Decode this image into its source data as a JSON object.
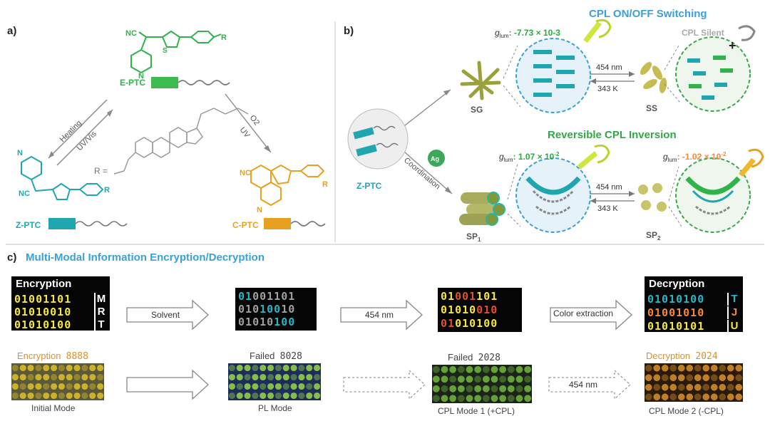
{
  "panels": {
    "a_label": "a)",
    "b_label": "b)",
    "c_label": "c)"
  },
  "panel_a": {
    "e_ptc": "E-PTC",
    "z_ptc": "Z-PTC",
    "c_ptc": "C-PTC",
    "heating": "Heating",
    "uv_vis": "UV/Vis",
    "uv": "UV",
    "o2": "O2",
    "r_eq": "R =",
    "nc": "NC",
    "r": "R"
  },
  "panel_b": {
    "title_top": "CPL ON/OFF Switching",
    "title_bottom": "Reversible CPL Inversion",
    "glum_sg": ": -7.73 × 10-3",
    "glum_sp1": ": 1.07 × 10",
    "glum_sp2": ": -1.02 × 10",
    "glum_prefix": "g",
    "glum_sub": "lum",
    "exp": "-2",
    "cpl_silent": "CPL Silent",
    "nm_top": "454 nm",
    "k_top": "343 K",
    "nm_bottom": "454 nm",
    "k_bottom": "343 K",
    "sg": "SG",
    "ss": "SS",
    "sp1": "SP",
    "sp2": "SP",
    "sub1": "1",
    "sub2": "2",
    "z_ptc": "Z-PTC",
    "coordination": "Coordination",
    "ag": "Ag",
    "plus_sup": "+"
  },
  "panel_c": {
    "title": "Multi-Modal Information Encryption/Decryption",
    "encryption_header": "Encryption",
    "decryption_header": "Decryption",
    "enc_rows": [
      {
        "bits": "01001101",
        "letter": "M"
      },
      {
        "bits": "01010010",
        "letter": "R"
      },
      {
        "bits": "01010100",
        "letter": "T"
      }
    ],
    "mid1_rows": [
      "01001101",
      "01010010",
      "01010100"
    ],
    "mid2_rows": [
      "01001101",
      "01010010",
      "01010100"
    ],
    "dec_rows": [
      {
        "bits": "01010100",
        "letter": "T"
      },
      {
        "bits": "01001010",
        "letter": "J"
      },
      {
        "bits": "01010101",
        "letter": "U"
      }
    ],
    "arrow_solvent": "Solvent",
    "arrow_454": "454 nm",
    "arrow_color": "Color extraction",
    "arrow_454_bottom": "454 nm",
    "photo_labels": [
      "Initial Mode",
      "PL Mode",
      "CPL Mode 1 (+CPL)",
      "CPL Mode 2 (-CPL)"
    ],
    "photo_titles": [
      {
        "text": "Encryption",
        "digits": "8888"
      },
      {
        "text": "Failed",
        "digits": "8028"
      },
      {
        "text": "Failed",
        "digits": "2028"
      },
      {
        "text": "Decryption",
        "digits": "2024"
      }
    ]
  },
  "colors": {
    "green": "#3ab54a",
    "teal": "#1fa6b0",
    "orange": "#e8a020",
    "blue_title": "#3aa0d8",
    "yellow_bits": "#f5e642",
    "cyan_bits": "#22b8c8",
    "orange_bits": "#f08a3c"
  }
}
